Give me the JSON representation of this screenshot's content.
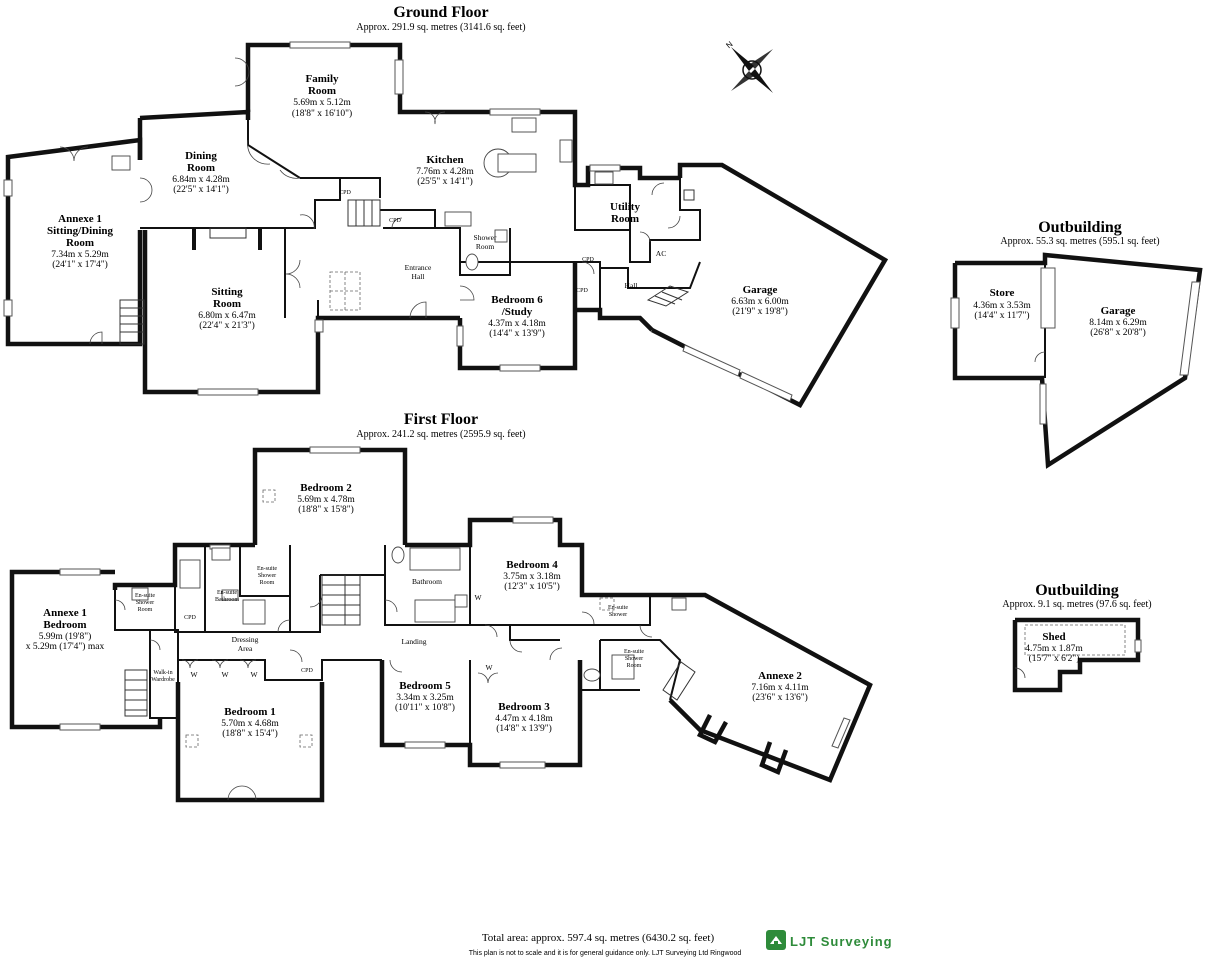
{
  "ground_floor": {
    "title": "Ground Floor",
    "area": "Approx. 291.9 sq. metres (3141.6 sq. feet)",
    "rooms": [
      {
        "name": "Family",
        "name2": "Room",
        "dim": "5.69m x 5.12m",
        "imp": "(18'8\" x 16'10\")"
      },
      {
        "name": "Dining",
        "name2": "Room",
        "dim": "6.84m x 4.28m",
        "imp": "(22'5\" x 14'1\")"
      },
      {
        "name": "Kitchen",
        "dim": "7.76m x 4.28m",
        "imp": "(25'5\" x 14'1\")"
      },
      {
        "name": "Annexe 1",
        "name2": "Sitting/Dining",
        "name3": "Room",
        "dim": "7.34m x 5.29m",
        "imp": "(24'1\" x 17'4\")"
      },
      {
        "name": "Sitting",
        "name2": "Room",
        "dim": "6.80m x 6.47m",
        "imp": "(22'4\" x 21'3\")"
      },
      {
        "name": "Entrance",
        "name2": "Hall"
      },
      {
        "name": "Shower",
        "name2": "Room"
      },
      {
        "name": "Bedroom 6",
        "name2": "/Study",
        "dim": "4.37m x 4.18m",
        "imp": "(14'4\" x 13'9\")"
      },
      {
        "name": "Utility",
        "name2": "Room"
      },
      {
        "name": "AC"
      },
      {
        "name": "Hall"
      },
      {
        "name": "Garage",
        "dim": "6.63m x 6.00m",
        "imp": "(21'9\" x 19'8\")"
      },
      {
        "name": "CPD"
      }
    ]
  },
  "outbuilding_1": {
    "title": "Outbuilding",
    "area": "Approx. 55.3 sq. metres (595.1 sq. feet)",
    "rooms": [
      {
        "name": "Store",
        "dim": "4.36m x 3.53m",
        "imp": "(14'4\" x 11'7\")"
      },
      {
        "name": "Garage",
        "dim": "8.14m x 6.29m",
        "imp": "(26'8\" x 20'8\")"
      }
    ]
  },
  "outbuilding_2": {
    "title": "Outbuilding",
    "area": "Approx. 9.1 sq. metres (97.6 sq. feet)",
    "rooms": [
      {
        "name": "Shed",
        "dim": "4.75m x 1.87m",
        "imp": "(15'7\" x 6'2\")"
      }
    ]
  },
  "first_floor": {
    "title": "First Floor",
    "area": "Approx. 241.2 sq. metres (2595.9 sq. feet)",
    "rooms": [
      {
        "name": "Bedroom 2",
        "dim": "5.69m x 4.78m",
        "imp": "(18'8\" x 15'8\")"
      },
      {
        "name": "Annexe 1",
        "name2": "Bedroom",
        "dim": "5.99m (19'8\")",
        "imp": "x 5.29m (17'4\") max"
      },
      {
        "name": "Bedroom 4",
        "dim": "3.75m x 3.18m",
        "imp": "(12'3\" x 10'5\")"
      },
      {
        "name": "Bathroom"
      },
      {
        "name": "En-suite",
        "name2": "Bathroom"
      },
      {
        "name": "En-suite",
        "name2": "Shower",
        "name3": "Room"
      },
      {
        "name": "Dressing",
        "name2": "Area"
      },
      {
        "name": "Landing"
      },
      {
        "name": "Walk-in",
        "name2": "Wardrobe"
      },
      {
        "name": "Bedroom 1",
        "dim": "5.70m x 4.68m",
        "imp": "(18'8\" x 15'4\")"
      },
      {
        "name": "Bedroom 5",
        "dim": "3.34m x 3.25m",
        "imp": "(10'11\" x 10'8\")"
      },
      {
        "name": "Bedroom 3",
        "dim": "4.47m x 4.18m",
        "imp": "(14'8\" x 13'9\")"
      },
      {
        "name": "Annexe 2",
        "dim": "7.16m x 4.11m",
        "imp": "(23'6\" x 13'6\")"
      },
      {
        "name": "W"
      }
    ]
  },
  "footer": {
    "total": "Total area: approx. 597.4 sq. metres (6430.2 sq. feet)",
    "disclaimer": "This plan is not to scale and it is for general guidance only. LJT Surveying Ltd Ringwood",
    "logo_text": "LJT Surveying"
  },
  "compass": {
    "label": "N"
  }
}
